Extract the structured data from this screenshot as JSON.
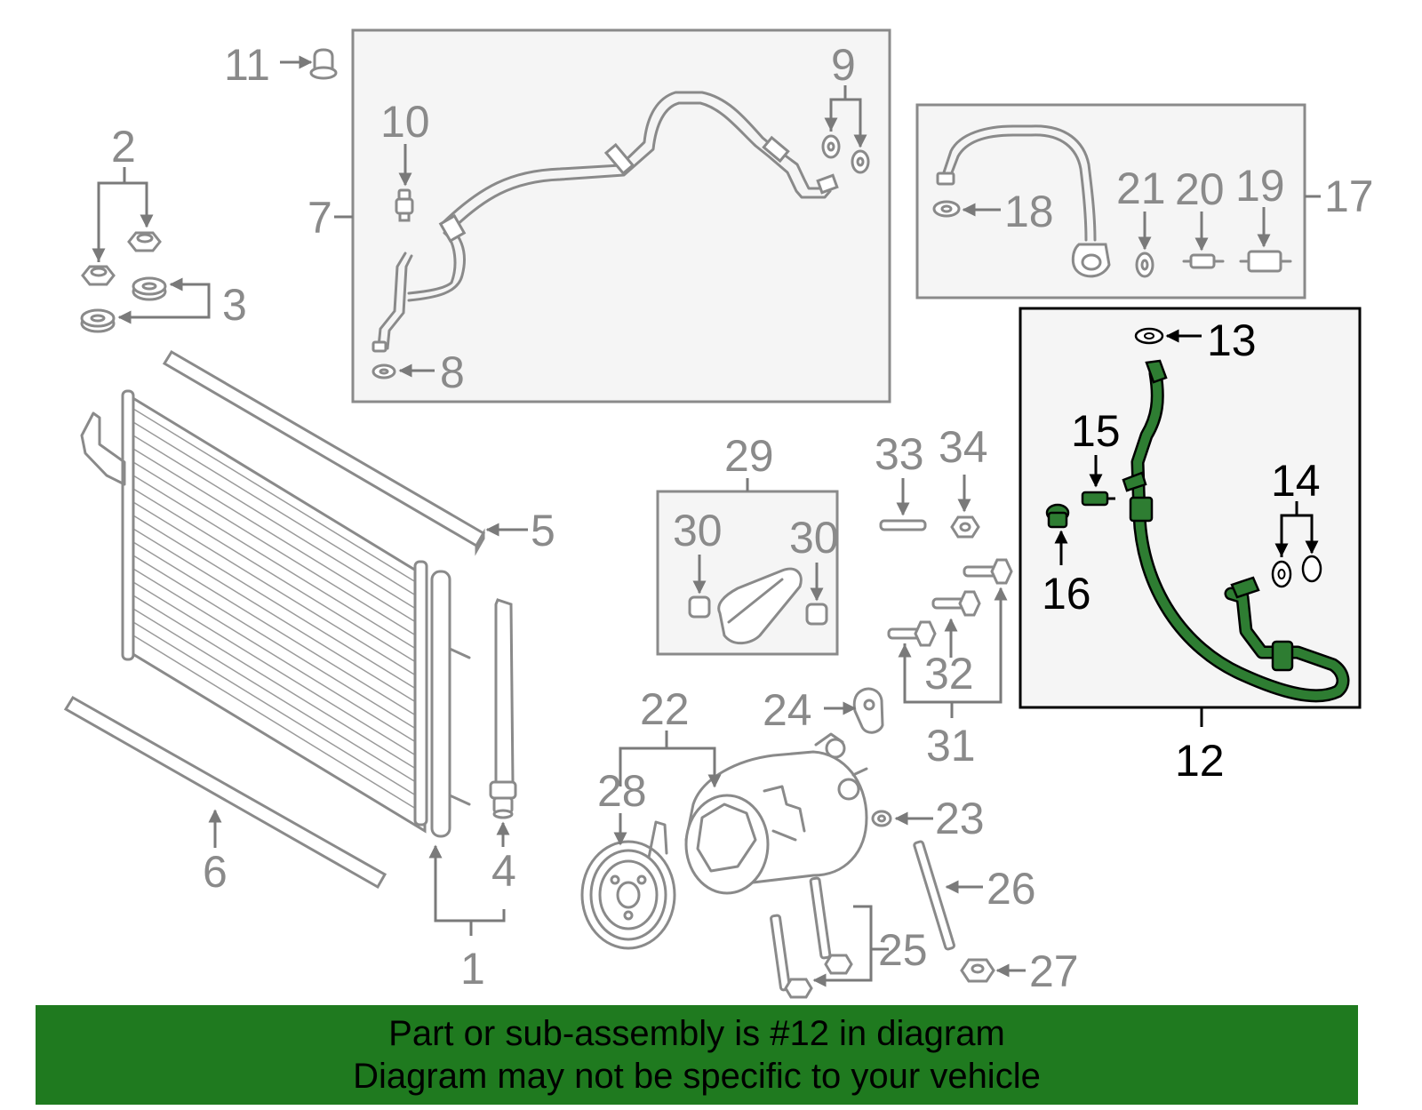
{
  "colors": {
    "highlight": "#2e7d32",
    "banner": "#1f7a1f",
    "line": "#8a8a8a",
    "panel": "#f5f5f5"
  },
  "callouts": {
    "c1": "1",
    "c2": "2",
    "c3": "3",
    "c4": "4",
    "c5": "5",
    "c6": "6",
    "c7": "7",
    "c8": "8",
    "c9": "9",
    "c10": "10",
    "c11": "11",
    "c12": "12",
    "c13": "13",
    "c14": "14",
    "c15": "15",
    "c16": "16",
    "c17": "17",
    "c18": "18",
    "c19": "19",
    "c20": "20",
    "c21": "21",
    "c22": "22",
    "c23": "23",
    "c24": "24",
    "c25": "25",
    "c26": "26",
    "c27": "27",
    "c28": "28",
    "c29": "29",
    "c30a": "30",
    "c30b": "30",
    "c31": "31",
    "c32": "32",
    "c33": "33",
    "c34": "34"
  },
  "selected_part": "12",
  "banner": {
    "line1": "Part or sub-assembly is #12 in diagram",
    "line2": "Diagram may not be specific to your vehicle"
  }
}
